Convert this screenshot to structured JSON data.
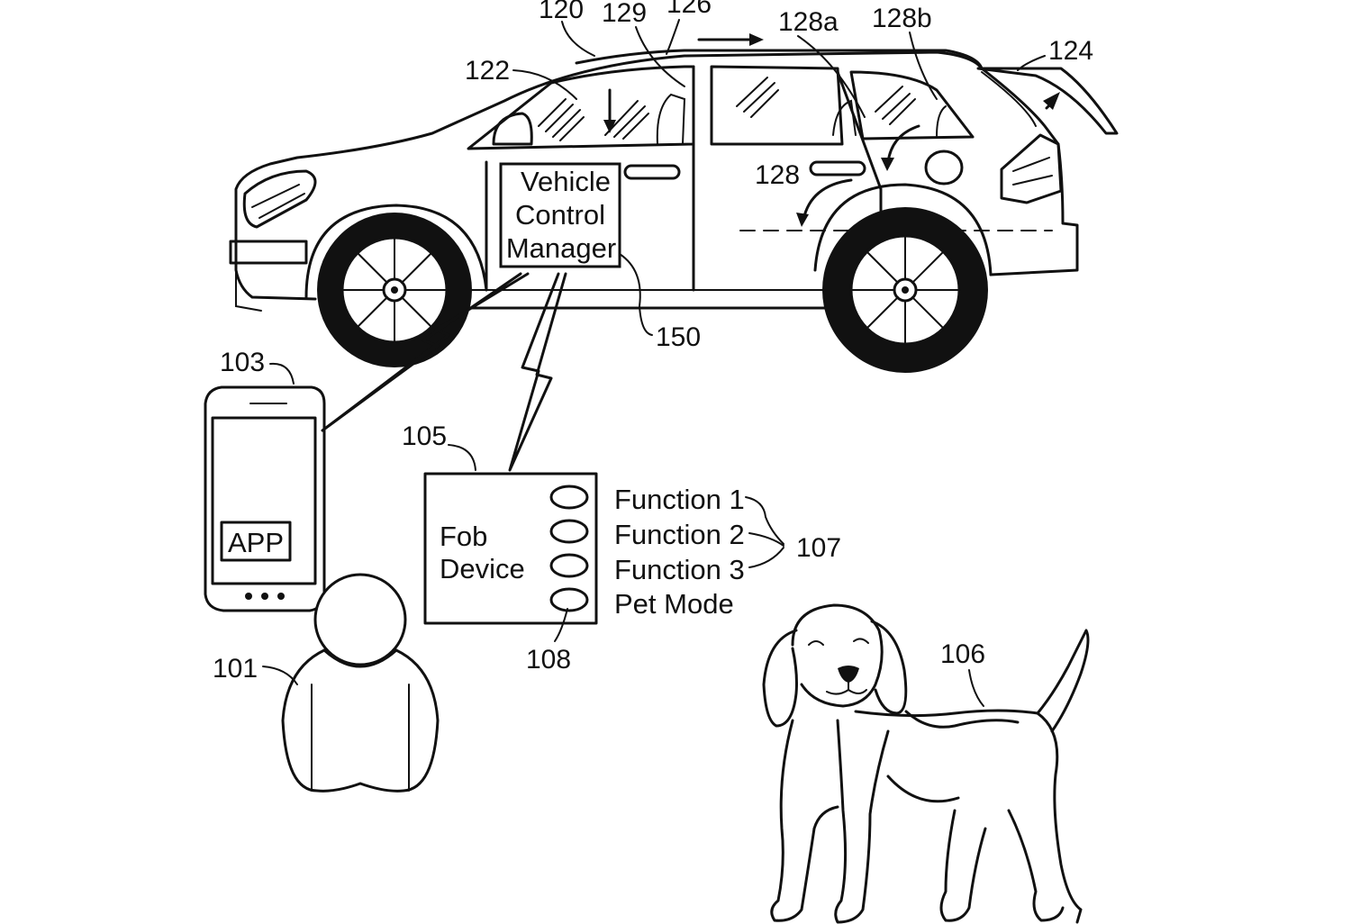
{
  "labels": {
    "r120": "120",
    "r129": "129",
    "r126": "126",
    "r128a": "128a",
    "r128b": "128b",
    "r124": "124",
    "r122": "122",
    "r128": "128",
    "r150": "150",
    "r103": "103",
    "r105": "105",
    "r101": "101",
    "r108": "108",
    "r107": "107",
    "r106": "106"
  },
  "vcm": {
    "line1": "Vehicle",
    "line2": "Control",
    "line3": "Manager"
  },
  "phone": {
    "app": "APP"
  },
  "fob": {
    "line1": "Fob",
    "line2": "Device",
    "functions": [
      "Function 1",
      "Function 2",
      "Function 3",
      "Pet Mode"
    ]
  }
}
